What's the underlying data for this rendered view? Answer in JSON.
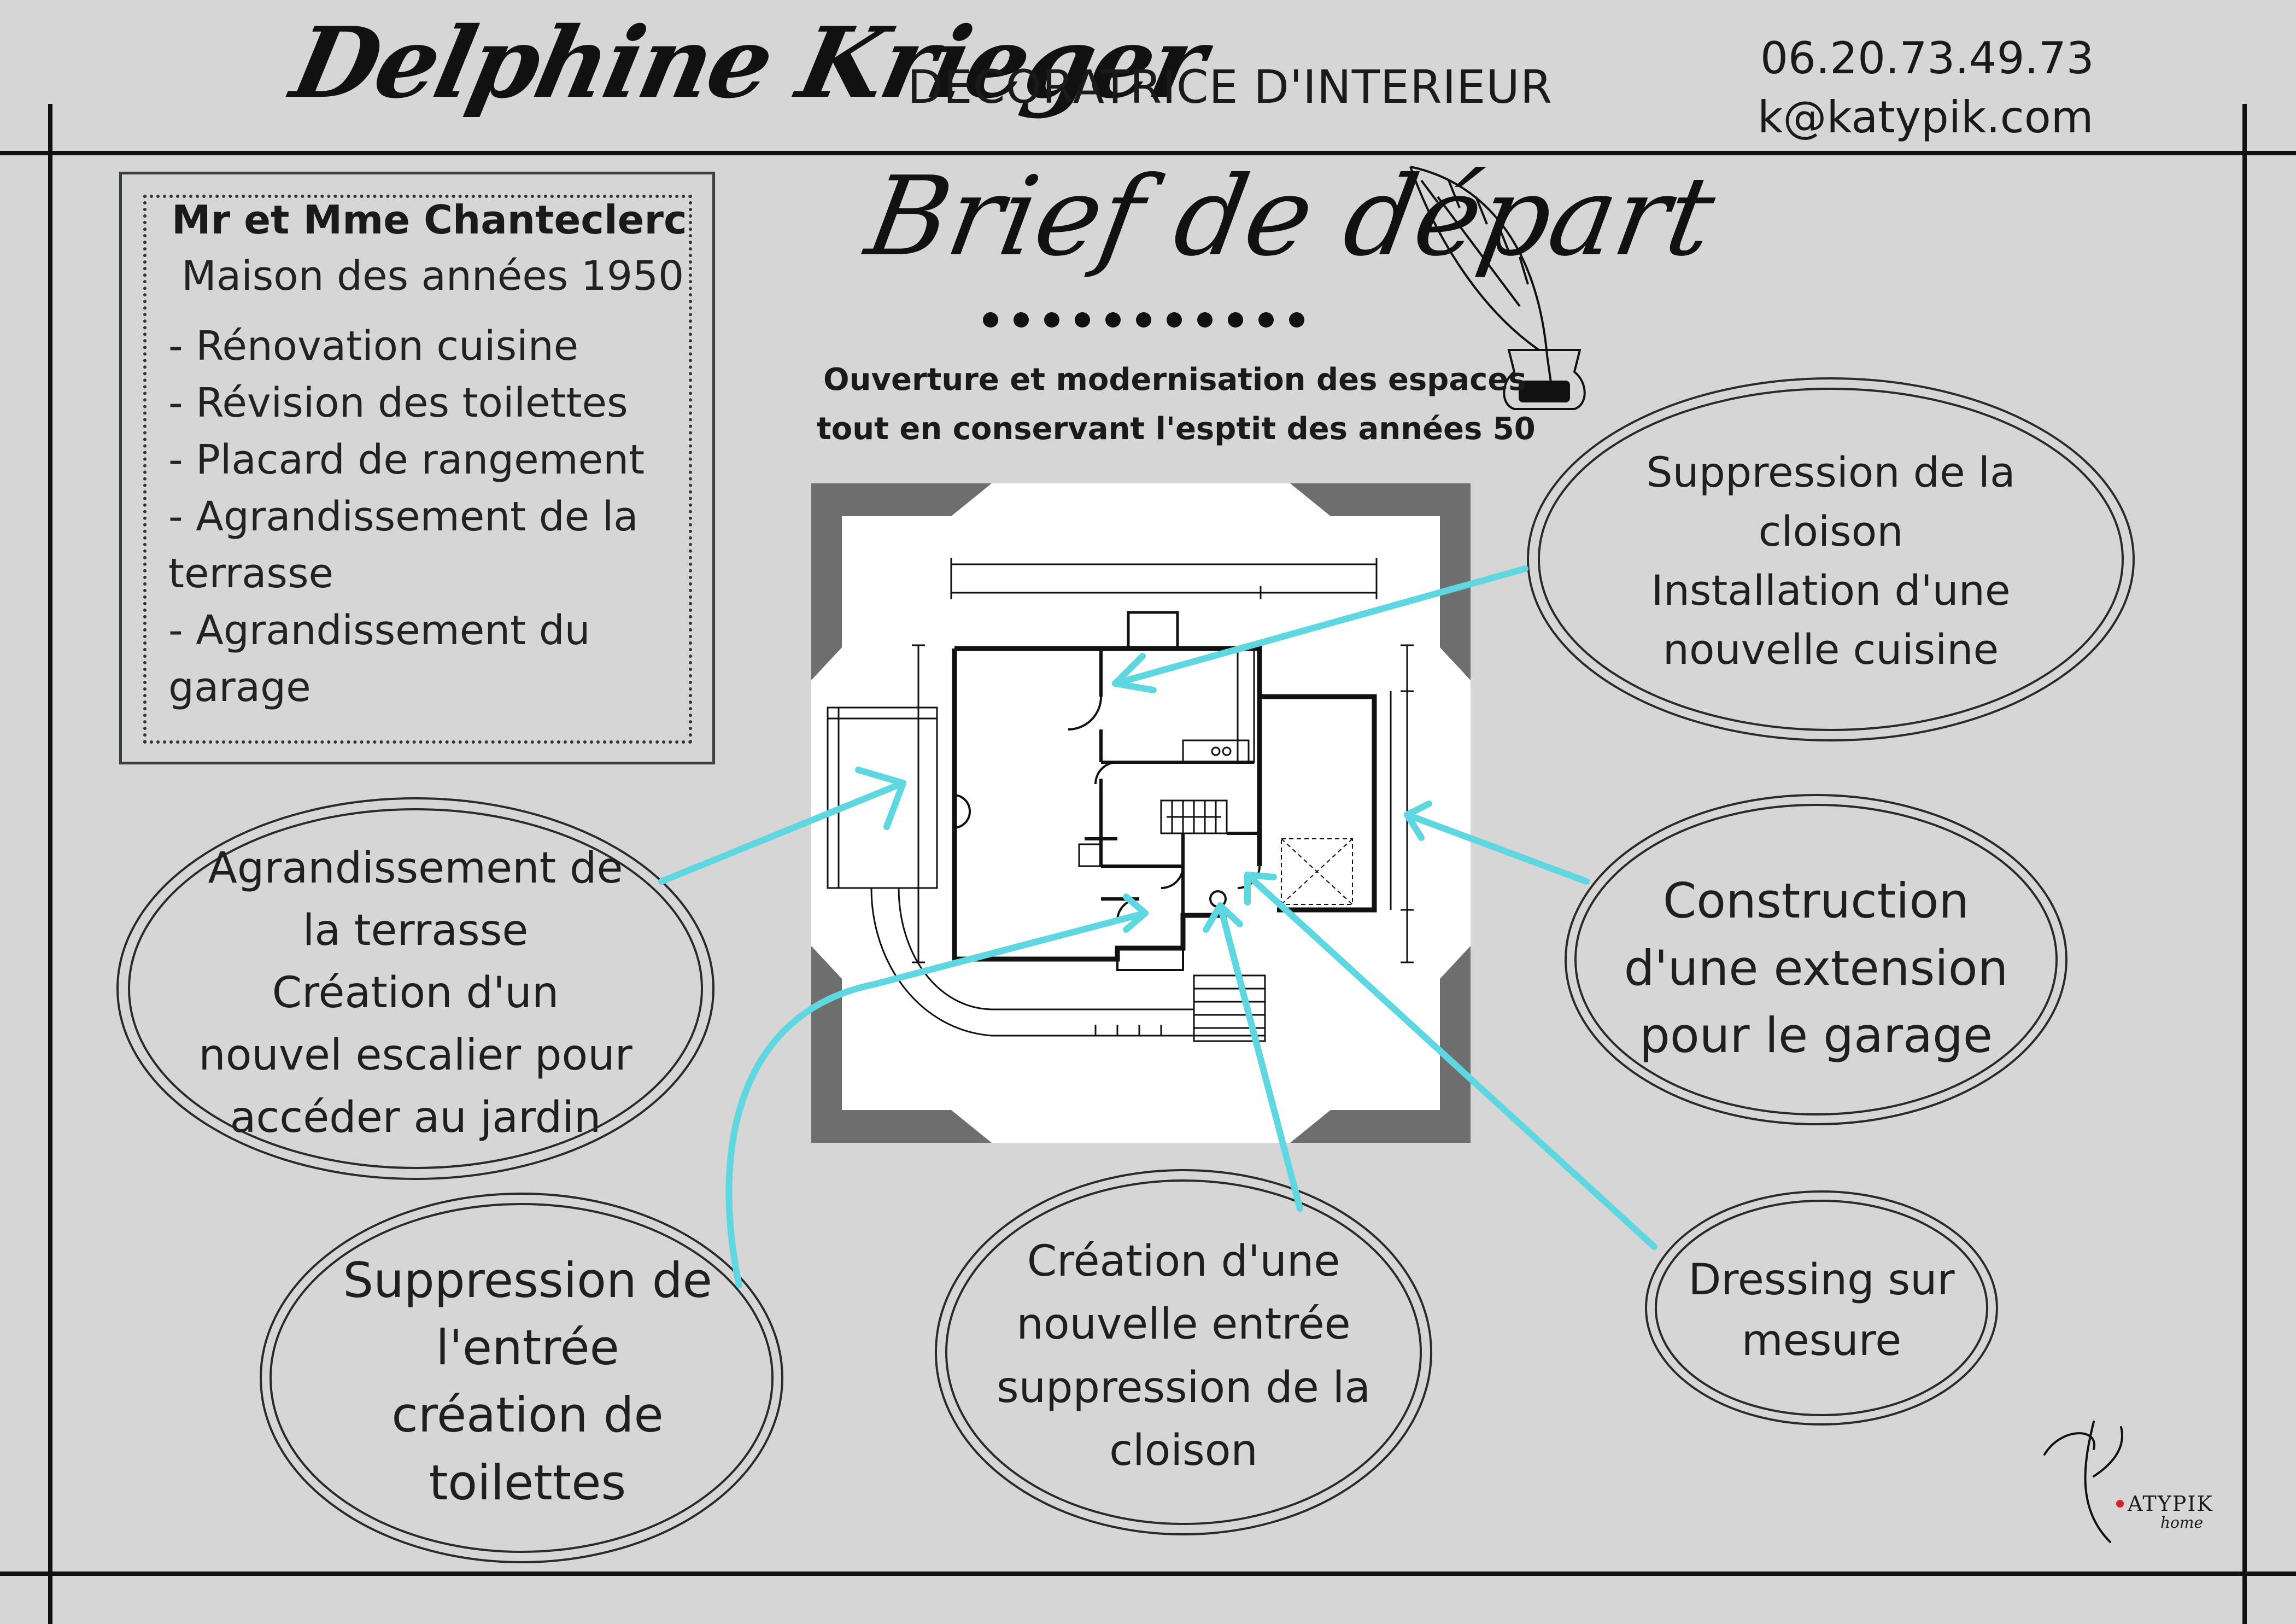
{
  "header": {
    "signature": "Delphine Krieger",
    "profession": "DECORATRICE D'INTERIEUR",
    "phone": "06.20.73.49.73",
    "email": "k@katypik.com"
  },
  "client": {
    "name": "Mr et Mme Chanteclerc",
    "house": "Maison des années 1950",
    "tasks": [
      "- Rénovation cuisine",
      "- Révision des toilettes",
      "- Placard de rangement",
      "- Agrandissement de la",
      "terrasse",
      "- Agrandissement du",
      "garage"
    ]
  },
  "brief": {
    "title": "Brief de départ",
    "subtitle_line1": "Ouverture et modernisation des espaces",
    "subtitle_line2": "tout en conservant l'esptit des années 50"
  },
  "annotations": {
    "kitchen": [
      "Suppression de la",
      "cloison",
      "Installation d'une",
      "nouvelle cuisine"
    ],
    "terrace": [
      "Agrandissement de",
      "la terrasse",
      "Création d'un",
      "nouvel escalier pour",
      "accéder au jardin"
    ],
    "garage": [
      "Construction",
      "d'une extension",
      "pour le garage"
    ],
    "toilets": [
      "Suppression de",
      "l'entrée",
      "création de",
      "toilettes"
    ],
    "entrance": [
      "Création d'une",
      "nouvelle entrée",
      "suppression de la",
      "cloison"
    ],
    "dressing": [
      "Dressing sur",
      "mesure"
    ]
  },
  "logo": {
    "text": "ATYPIK",
    "subtext": "home"
  },
  "colors": {
    "background": "#d6d6d6",
    "arrow": "#5fd7e0",
    "ink": "#111111",
    "frame": "#6e6e6e",
    "logo_dot": "#d61f26"
  }
}
